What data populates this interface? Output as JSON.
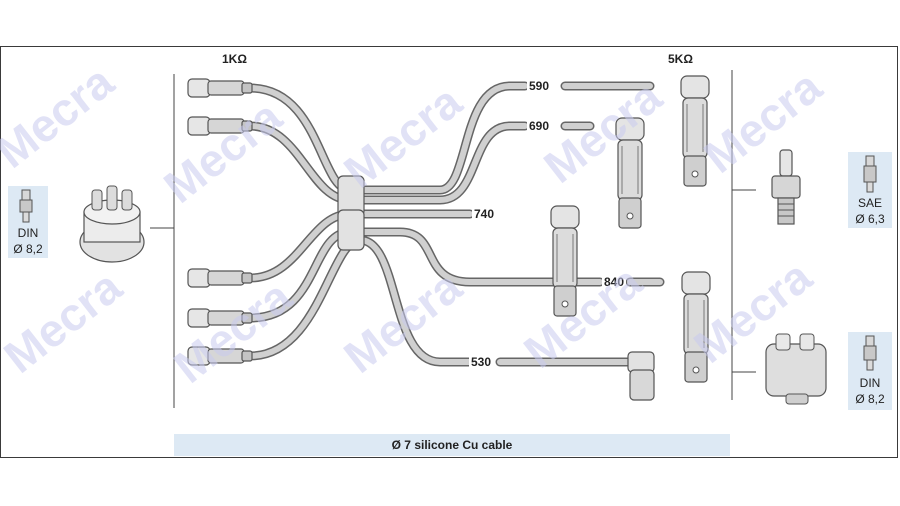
{
  "watermark": "Mecra",
  "resistance": {
    "left": "1KΩ",
    "right": "5KΩ"
  },
  "lengths": {
    "l590": "590",
    "l690": "690",
    "l740": "740",
    "l840": "840",
    "l530": "530"
  },
  "connectors": {
    "left": {
      "standard": "DIN",
      "diameter": "Ø 8,2"
    },
    "right_top": {
      "standard": "SAE",
      "diameter": "Ø 6,3"
    },
    "right_bottom": {
      "standard": "DIN",
      "diameter": "Ø 8,2"
    }
  },
  "cable_note": "Ø 7 silicone Cu cable",
  "colors": {
    "cable": "#c8c8c8",
    "outline": "#555555",
    "watermark": "#c9cbee",
    "bar": "#dde9f4"
  }
}
